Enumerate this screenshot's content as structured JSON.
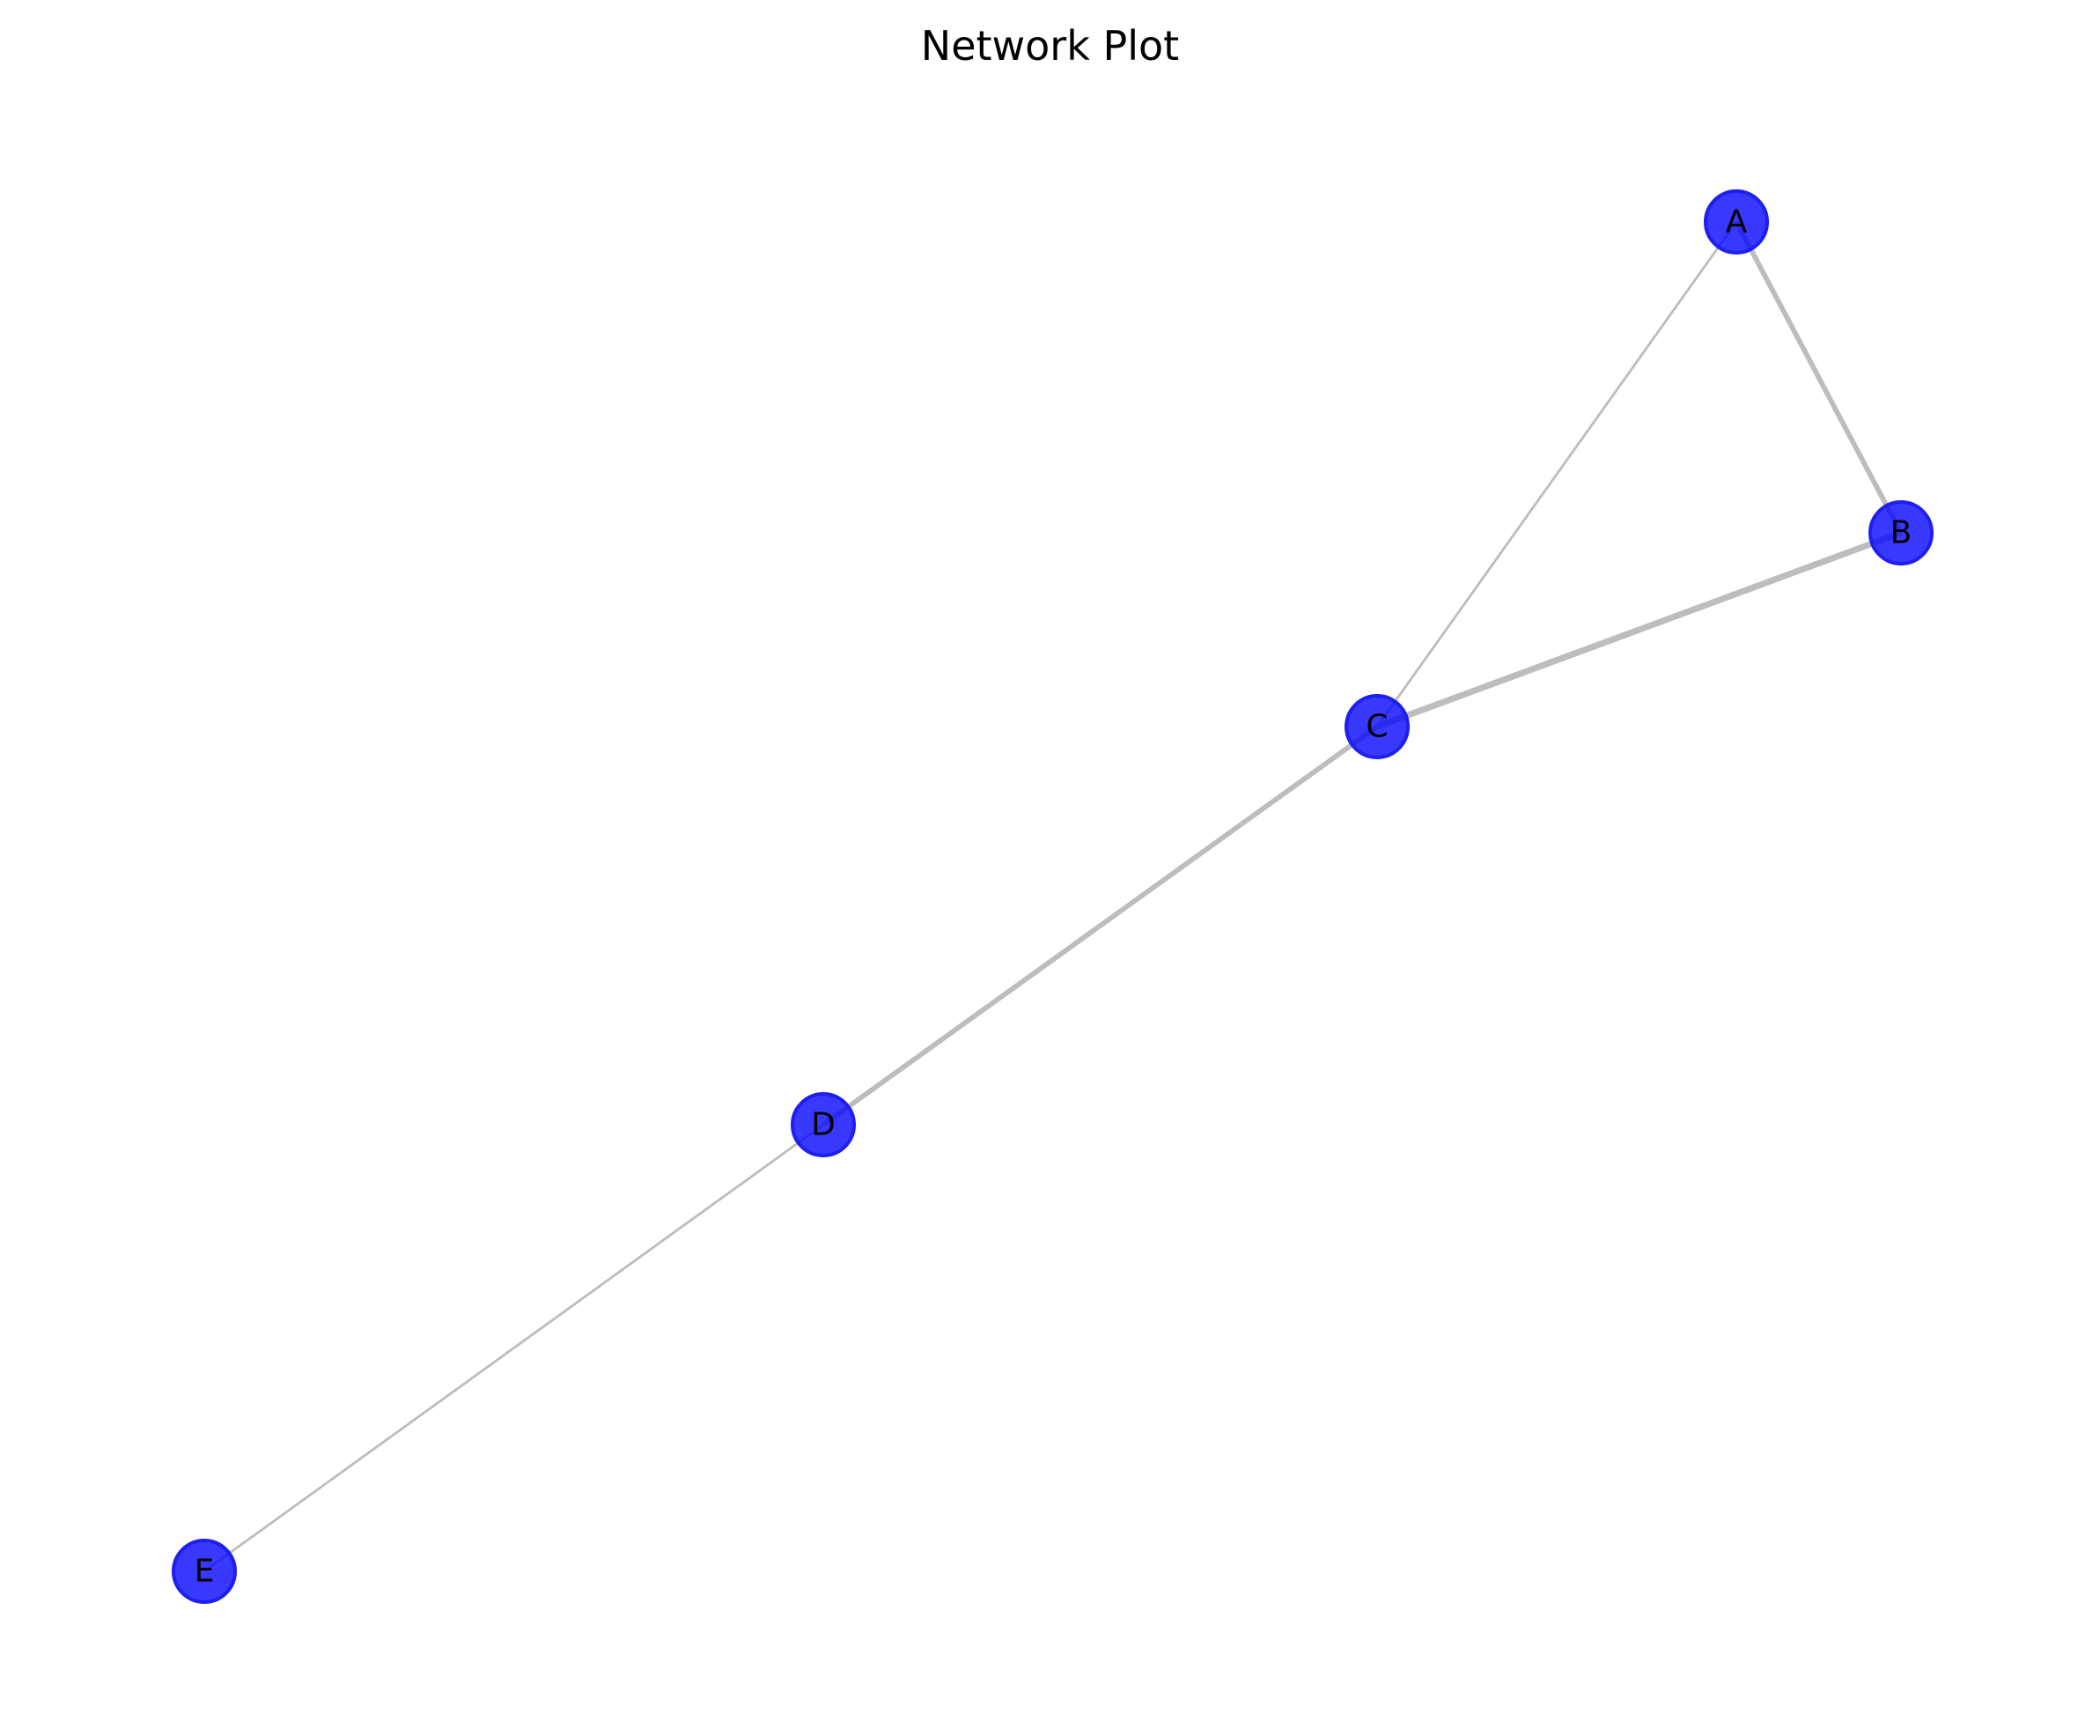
{
  "title": "Network Plot",
  "colors": {
    "node_fill": "#0000ff",
    "node_edge": "#1e1ef0",
    "edge": "#bdbdbd",
    "label": "#000000",
    "background": "#ffffff"
  },
  "nodes": [
    {
      "id": "A",
      "label": "A"
    },
    {
      "id": "B",
      "label": "B"
    },
    {
      "id": "C",
      "label": "C"
    },
    {
      "id": "D",
      "label": "D"
    },
    {
      "id": "E",
      "label": "E"
    }
  ],
  "edges": [
    {
      "source": "A",
      "target": "B",
      "weight": 3
    },
    {
      "source": "A",
      "target": "C",
      "weight": 1
    },
    {
      "source": "B",
      "target": "C",
      "weight": 4
    },
    {
      "source": "C",
      "target": "D",
      "weight": 3
    },
    {
      "source": "D",
      "target": "E",
      "weight": 1
    }
  ]
}
